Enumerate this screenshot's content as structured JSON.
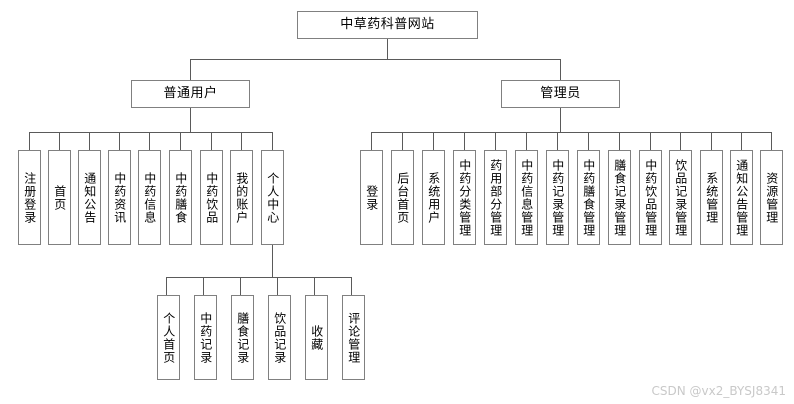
{
  "diagram": {
    "title": "中草药科普网站",
    "root": {
      "label": "中草药科普网站"
    },
    "branches": [
      {
        "label": "普通用户"
      },
      {
        "label": "管理员"
      }
    ],
    "user_items": [
      {
        "label": "注册登录"
      },
      {
        "label": "首页"
      },
      {
        "label": "通知公告"
      },
      {
        "label": "中药资讯"
      },
      {
        "label": "中药信息"
      },
      {
        "label": "中药膳食"
      },
      {
        "label": "中药饮品"
      },
      {
        "label": "我的账户"
      },
      {
        "label": "个人中心"
      }
    ],
    "personal_center_items": [
      {
        "label": "个人首页"
      },
      {
        "label": "中药记录"
      },
      {
        "label": "膳食记录"
      },
      {
        "label": "饮品记录"
      },
      {
        "label": "收藏"
      },
      {
        "label": "评论管理"
      }
    ],
    "admin_items": [
      {
        "label": "登录"
      },
      {
        "label": "后台首页"
      },
      {
        "label": "系统用户"
      },
      {
        "label": "中药分类管理"
      },
      {
        "label": "药用部分管理"
      },
      {
        "label": "中药信息管理"
      },
      {
        "label": "中药记录管理"
      },
      {
        "label": "中药膳食管理"
      },
      {
        "label": "膳食记录管理"
      },
      {
        "label": "中药饮品管理"
      },
      {
        "label": "饮品记录管理"
      },
      {
        "label": "系统管理"
      },
      {
        "label": "通知公告管理"
      },
      {
        "label": "资源管理"
      }
    ]
  },
  "watermark": {
    "text": "CSDN @vx2_BYSJ8341"
  },
  "colors": {
    "box_border": "#808080",
    "line": "#5a5a5a",
    "text": "#000000",
    "background": "#ffffff",
    "watermark": "#c9c9c9"
  }
}
